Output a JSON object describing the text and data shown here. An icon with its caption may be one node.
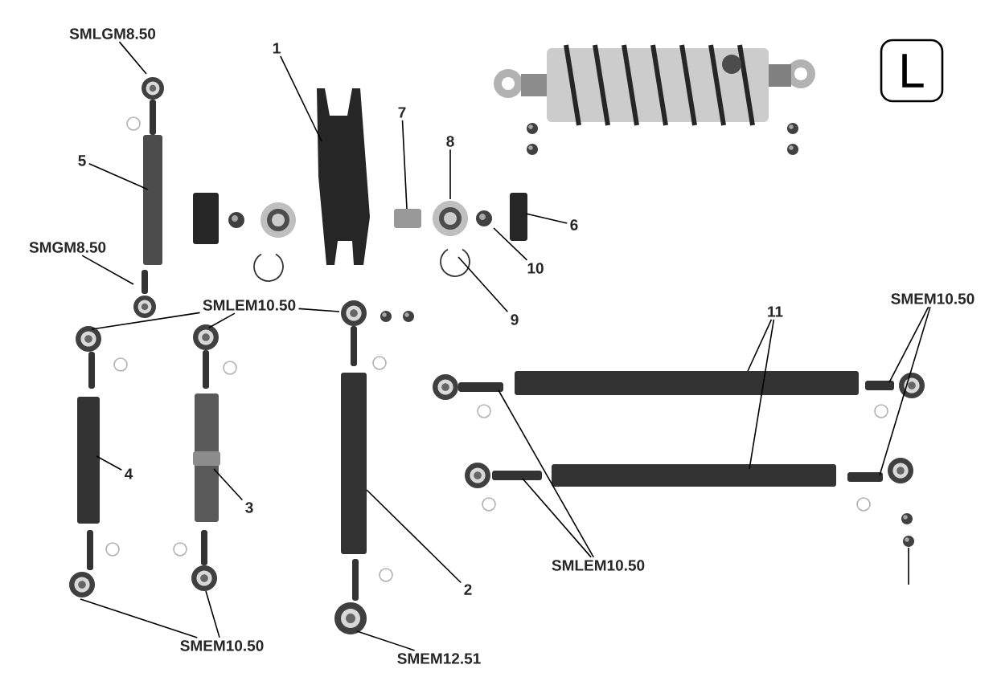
{
  "diagram": {
    "nodes": [
      {
        "text": [
          "SMLGM8.50"
        ]
      },
      {
        "text": [
          "1"
        ]
      },
      {
        "text": [
          "5"
        ]
      },
      {
        "text": [
          "7"
        ]
      },
      {
        "text": [
          "8"
        ]
      },
      {
        "text": [
          "SMGM8.50"
        ]
      },
      {
        "text": [
          "6"
        ]
      },
      {
        "text": [
          "10"
        ]
      },
      {
        "text": [
          "SMLEM10.50"
        ]
      },
      {
        "text": [
          "9"
        ]
      },
      {
        "text": [
          "4"
        ]
      },
      {
        "text": [
          "3"
        ]
      },
      {
        "text": [
          "2"
        ]
      },
      {
        "text": [
          "SMEM10.50"
        ]
      },
      {
        "text": [
          "SMEM12.51"
        ]
      },
      {
        "text": [
          "11"
        ]
      },
      {
        "text": [
          "SMEM10.50"
        ]
      },
      {
        "text": [
          "SMLEM10.50"
        ]
      },
      {
        "text": [
          "L"
        ]
      }
    ],
    "edges": [
      {
        "from": 0,
        "to": null,
        "arrow": "none"
      },
      {
        "from": 1,
        "to": null,
        "arrow": "none"
      },
      {
        "from": 2,
        "to": null,
        "arrow": "none"
      },
      {
        "from": 3,
        "to": null,
        "arrow": "none"
      },
      {
        "from": 4,
        "to": null,
        "arrow": "none"
      },
      {
        "from": 5,
        "to": null,
        "arrow": "none"
      },
      {
        "from": 6,
        "to": null,
        "arrow": "none"
      },
      {
        "from": 7,
        "to": null,
        "arrow": "none"
      },
      {
        "from": 8,
        "to": null,
        "arrow": "none"
      },
      {
        "from": 8,
        "to": null,
        "arrow": "none"
      },
      {
        "from": 8,
        "to": null,
        "arrow": "none"
      },
      {
        "from": 9,
        "to": null,
        "arrow": "none"
      },
      {
        "from": 10,
        "to": null,
        "arrow": "none"
      },
      {
        "from": 11,
        "to": null,
        "arrow": "none"
      },
      {
        "from": 12,
        "to": null,
        "arrow": "none"
      },
      {
        "from": 13,
        "to": null,
        "arrow": "none"
      },
      {
        "from": 13,
        "to": null,
        "arrow": "none"
      },
      {
        "from": 14,
        "to": null,
        "arrow": "none"
      },
      {
        "from": 15,
        "to": null,
        "arrow": "none"
      },
      {
        "from": 15,
        "to": null,
        "arrow": "none"
      },
      {
        "from": 16,
        "to": null,
        "arrow": "none"
      },
      {
        "from": 16,
        "to": null,
        "arrow": "none"
      },
      {
        "from": 17,
        "to": null,
        "arrow": "none"
      },
      {
        "from": 17,
        "to": null,
        "arrow": "none"
      }
    ]
  }
}
